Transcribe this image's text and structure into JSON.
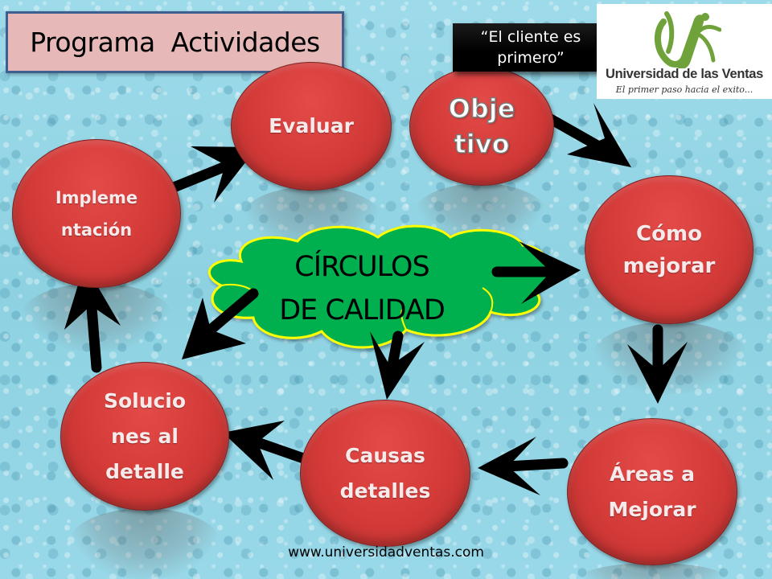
{
  "header": {
    "title": "Programa  Actividades",
    "quote": "“El cliente es primero”"
  },
  "logo": {
    "name": "Universidad de las Ventas",
    "tagline": "El primer paso hacia el exito...",
    "brand_color": "#6fa23a"
  },
  "center": {
    "label": "CÍRCULOS\nDE CALIDAD",
    "fill_color": "#00b050",
    "outline_color": "#ffff00"
  },
  "nodes": [
    {
      "id": "objetivo",
      "label": "Obje\ntivo"
    },
    {
      "id": "como-mejorar",
      "label": "Cómo\nmejorar"
    },
    {
      "id": "areas-a-mejorar",
      "label": "Áreas a\nMejorar"
    },
    {
      "id": "causas-detalles",
      "label": "Causas\ndetalles"
    },
    {
      "id": "soluciones-al-detalle",
      "label": "Solucio\nnes al\ndetalle"
    },
    {
      "id": "implementacion",
      "label": "Impleme\nntación"
    },
    {
      "id": "evaluar",
      "label": "Evaluar"
    }
  ],
  "flow": [
    "Objetivo → Cómo mejorar",
    "Cómo mejorar → Áreas a Mejorar",
    "Áreas a Mejorar → Causas detalles",
    "Causas detalles → Soluciones al detalle",
    "Soluciones al detalle → Implementación",
    "Implementación → Evaluar",
    "CÍRCULOS DE CALIDAD → Cómo mejorar",
    "CÍRCULOS DE CALIDAD → Causas detalles",
    "CÍRCULOS DE CALIDAD → Soluciones al detalle"
  ],
  "colors": {
    "node_fill": "#d33a38",
    "node_text": "#f7eaea",
    "title_bg": "#e6b8b7",
    "title_border": "#3f5f8f",
    "background": "#8fd3e3",
    "arrow": "#000000"
  },
  "footer": {
    "url": "www.universidadventas.com"
  }
}
